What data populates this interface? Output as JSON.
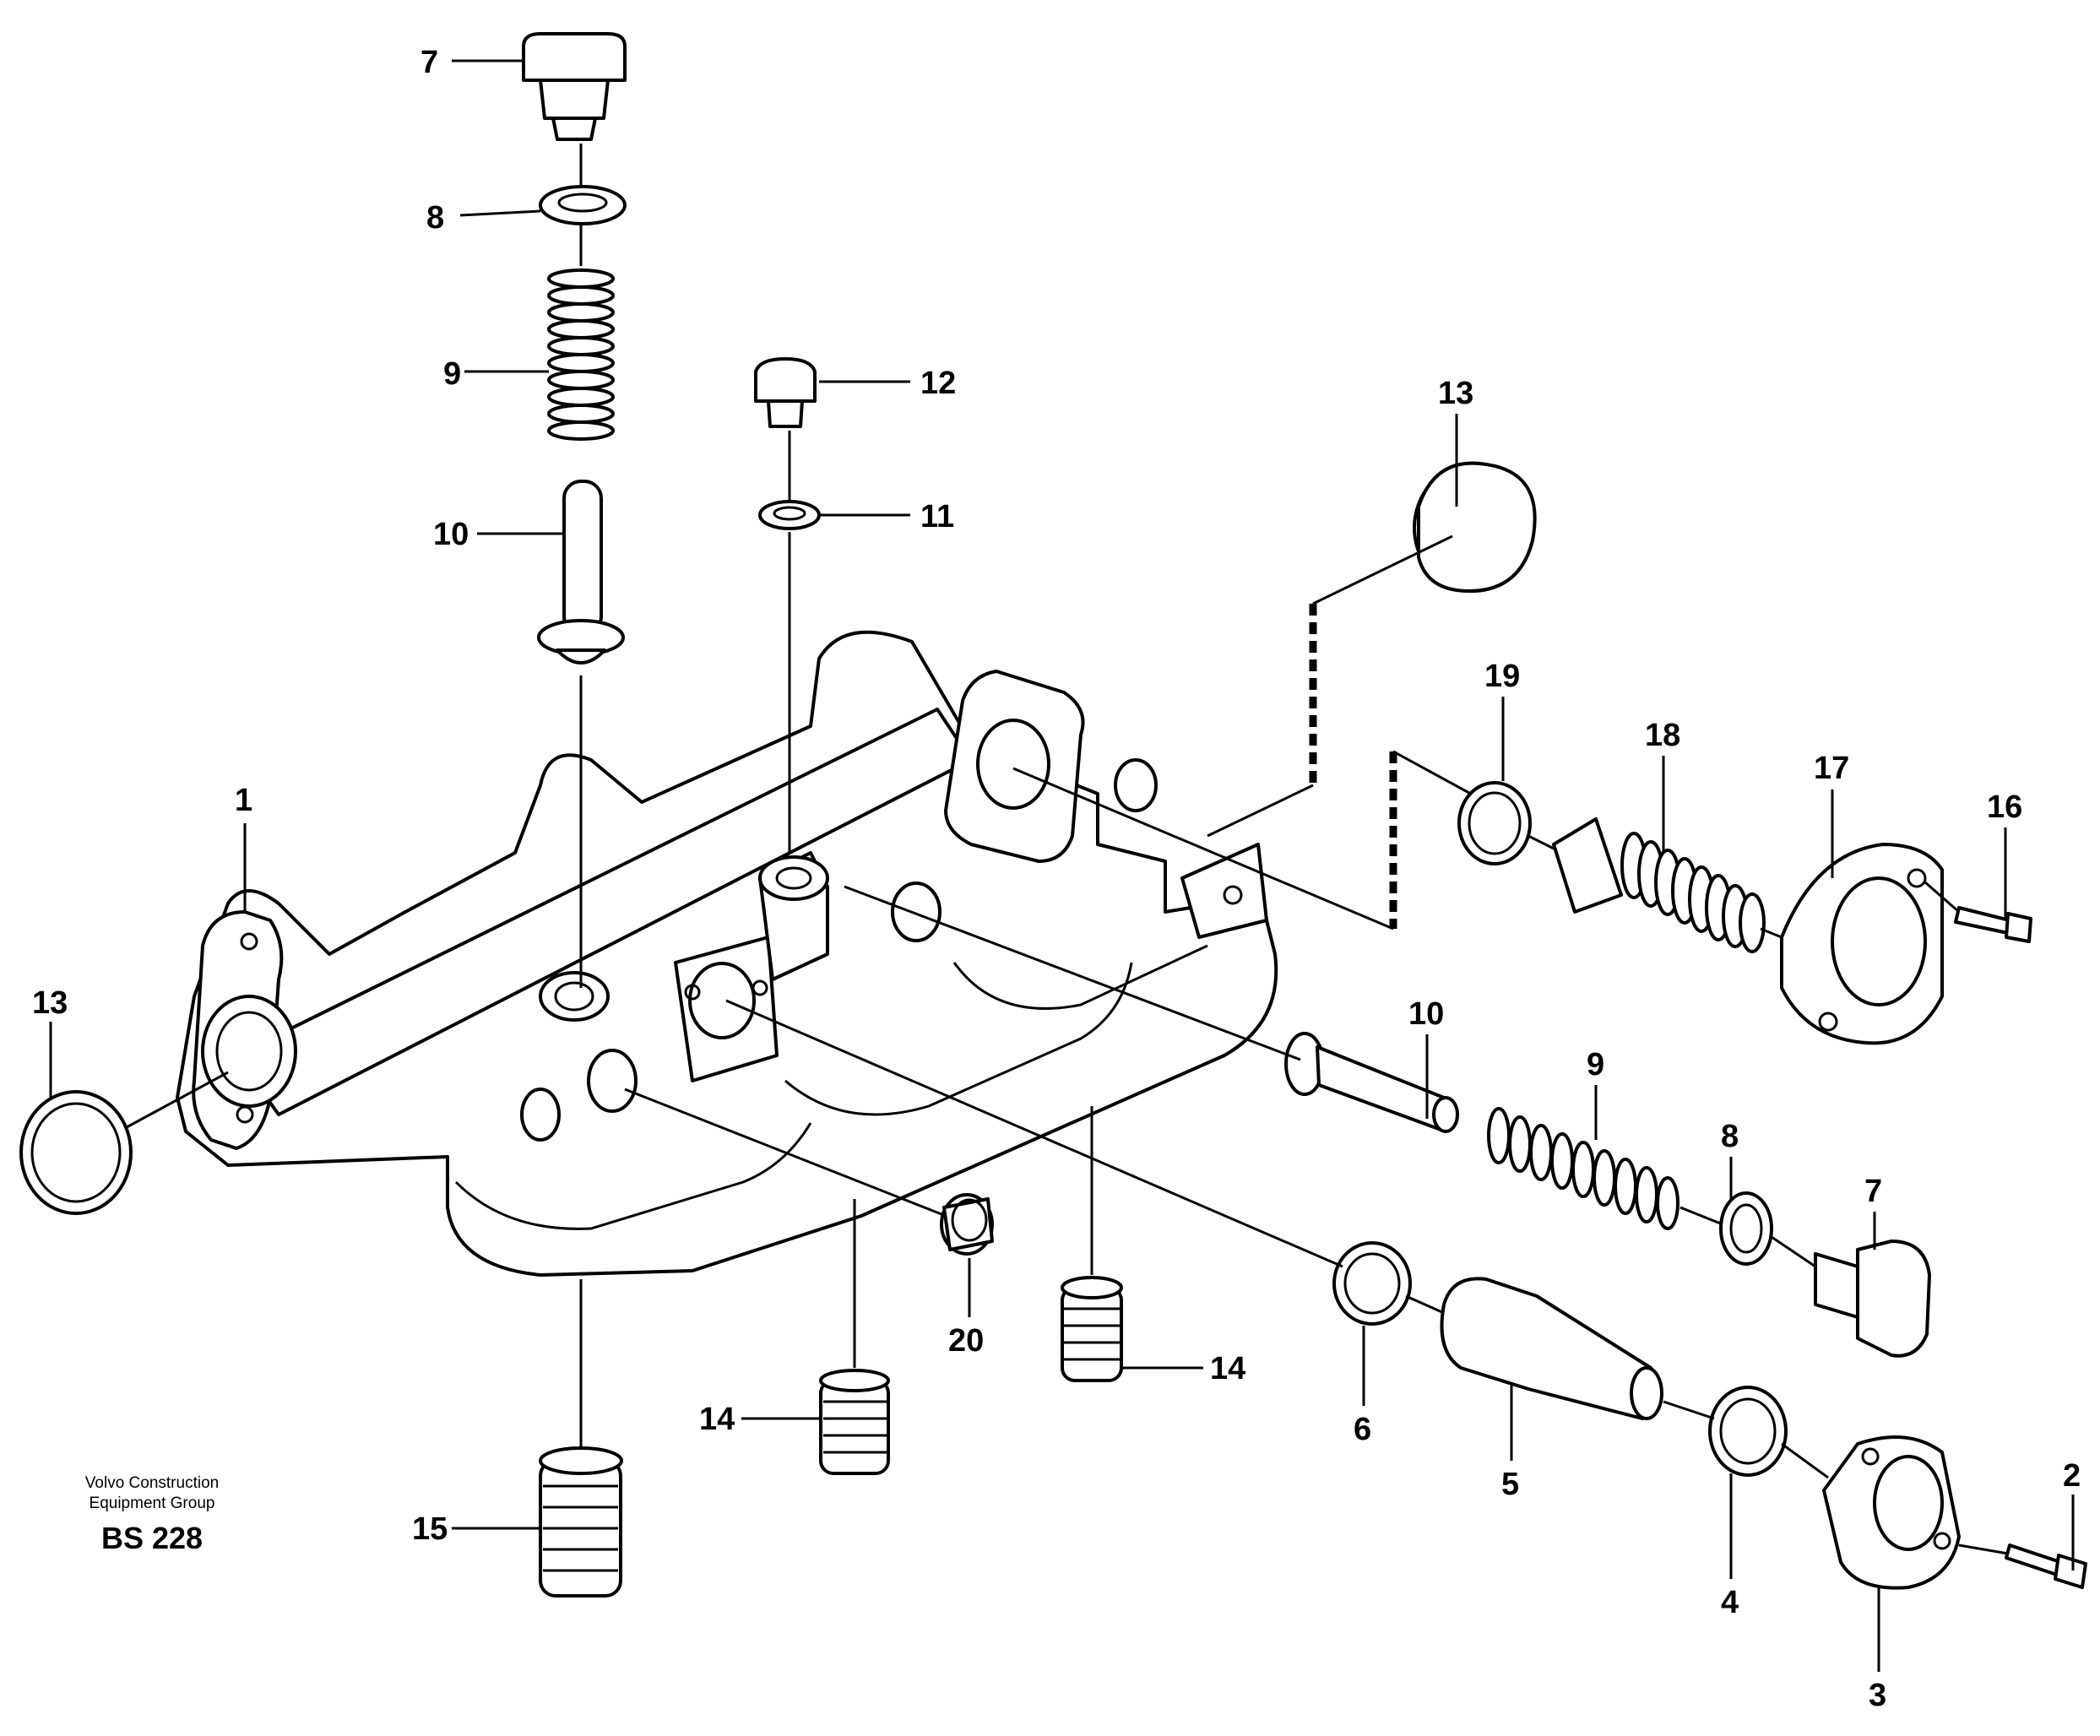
{
  "footer": {
    "org_line1": "Volvo Construction",
    "org_line2": "Equipment Group",
    "drawing_code": "BS 228"
  },
  "callouts": {
    "c1": "1",
    "c2": "2",
    "c3": "3",
    "c4": "4",
    "c5": "5",
    "c6": "6",
    "c7_top": "7",
    "c7_right": "7",
    "c8_top": "8",
    "c8_right": "8",
    "c9_top": "9",
    "c9_right": "9",
    "c10_top": "10",
    "c10_right": "10",
    "c11": "11",
    "c12": "12",
    "c13_left": "13",
    "c13_right": "13",
    "c14_left": "14",
    "c14_right": "14",
    "c15": "15",
    "c16": "16",
    "c17": "17",
    "c18": "18",
    "c19": "19",
    "c20": "20"
  }
}
